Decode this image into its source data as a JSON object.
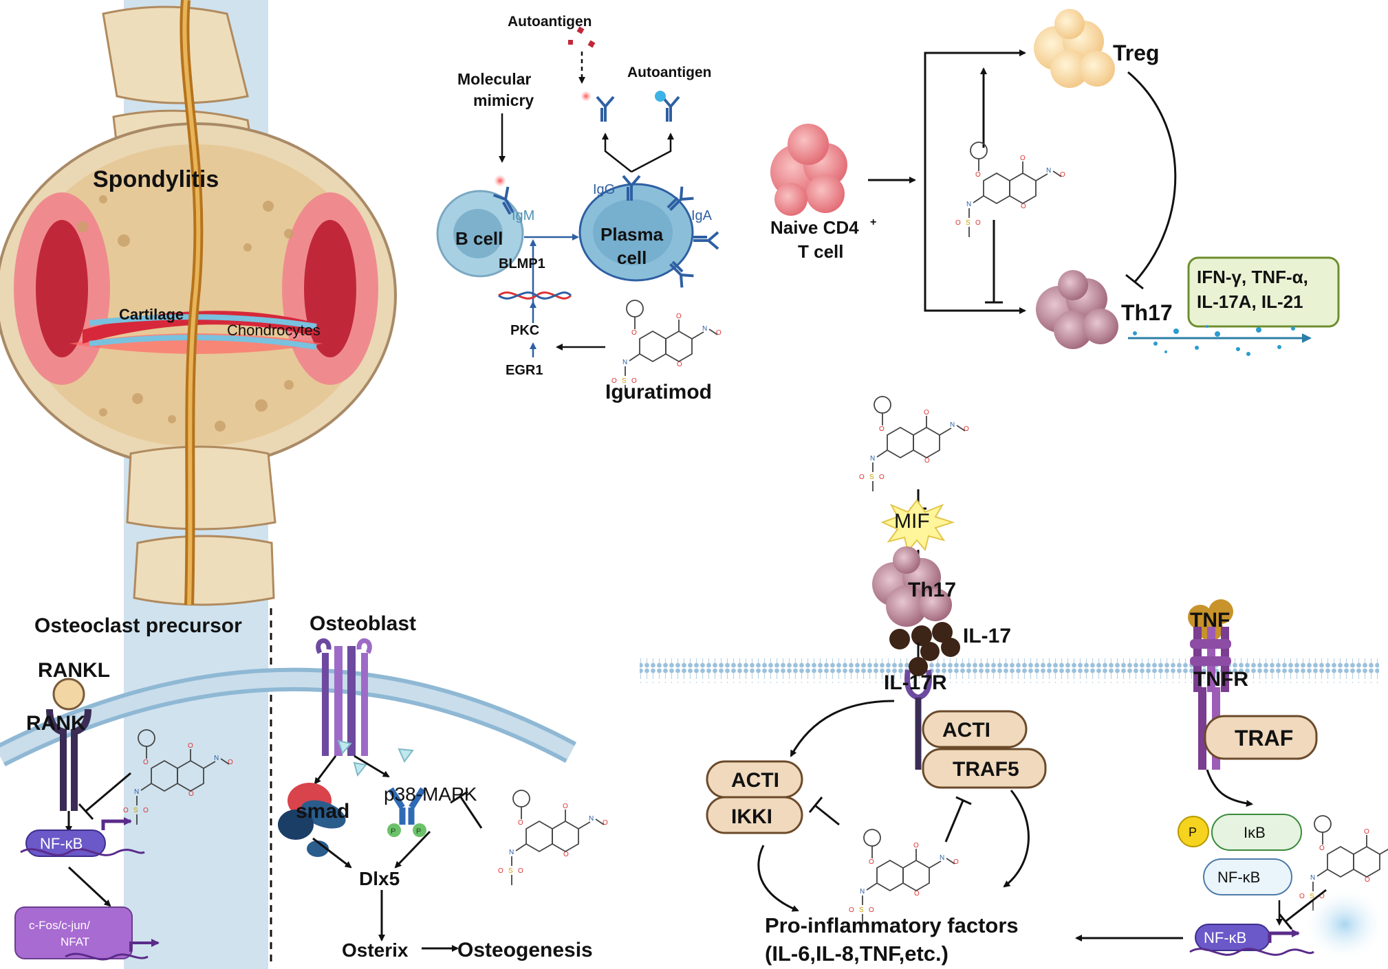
{
  "spine": {
    "spondylitis": "Spondylitis",
    "cartilage": "Cartilage",
    "chondrocytes": "Chondrocytes"
  },
  "bcell": {
    "autoantigen_top": "Autoantigen",
    "molecular_mimicry_1": "Molecular",
    "molecular_mimicry_2": "mimicry",
    "autoantigen_right": "Autoantigen",
    "b_cell": "B cell",
    "igm": "IgM",
    "igg": "IgG",
    "iga": "IgA",
    "plasma_1": "Plasma",
    "plasma_2": "cell",
    "blmp1": "BLMP1",
    "pkc": "PKC",
    "egr1": "EGR1",
    "drug_name": "Iguratimod"
  },
  "tcell": {
    "naive_1": "Naive CD4",
    "naive_sup": "+",
    "naive_2": "T cell",
    "treg": "Treg",
    "th17": "Th17",
    "cytokines_1": "IFN-γ, TNF-α,",
    "cytokines_2": "IL-17A, IL-21"
  },
  "osteo": {
    "precursor": "Osteoclast precursor",
    "rankl": "RANKL",
    "rank": "RANK",
    "nfkb": "NF-κB",
    "cfos_1": "c-Fos/c-jun/",
    "cfos_2": "NFAT",
    "osteoblast": "Osteoblast",
    "smad": "smad",
    "p38": "p38-MAPK",
    "p": "P",
    "dlx5": "Dlx5",
    "osterix": "Osterix",
    "osteogenesis": "Osteogenesis"
  },
  "il17": {
    "mif": "MIF",
    "th17": "Th17",
    "il17": "IL-17",
    "il17r": "IL-17R",
    "acti_1": "ACTI",
    "traf5": "TRAF5",
    "acti_2": "ACTI",
    "ikki": "IKKI",
    "pro_1": "Pro-inflammatory factors",
    "pro_2": "(IL-6,IL-8,TNF,etc.)"
  },
  "tnf": {
    "tnf": "TNF",
    "tnfr": "TNFR",
    "traf": "TRAF",
    "p": "P",
    "ikb": "IκB",
    "nfkb_1": "NF-κB",
    "nfkb_2": "NF-κB"
  },
  "colors": {
    "dark_text": "#111111",
    "arrow_blue": "#2e5fa3",
    "membrane_blue": "#b9d3e6",
    "tan_box": "#f0d9bd",
    "tan_border": "#6b4a2a",
    "purple": "#7a3d8f",
    "cytokine_green": "#e9f3d4",
    "cytokine_border": "#6e8e2e"
  }
}
